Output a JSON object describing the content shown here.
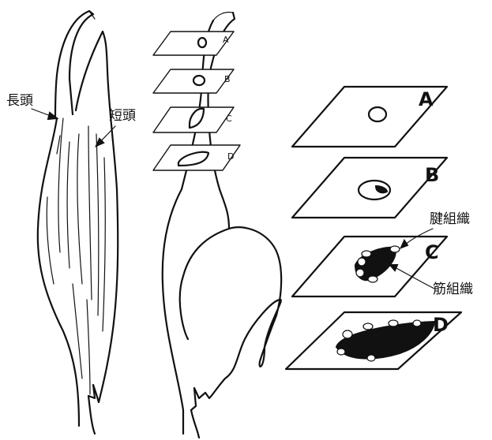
{
  "labels": {
    "long_head": "長頭",
    "short_head": "短頭",
    "tendon_tissue": "腱組織",
    "muscle_tissue": "筋組織"
  },
  "sections": {
    "small": [
      "A",
      "B",
      "C",
      "D"
    ],
    "large": [
      "A",
      "B",
      "C",
      "D"
    ]
  }
}
